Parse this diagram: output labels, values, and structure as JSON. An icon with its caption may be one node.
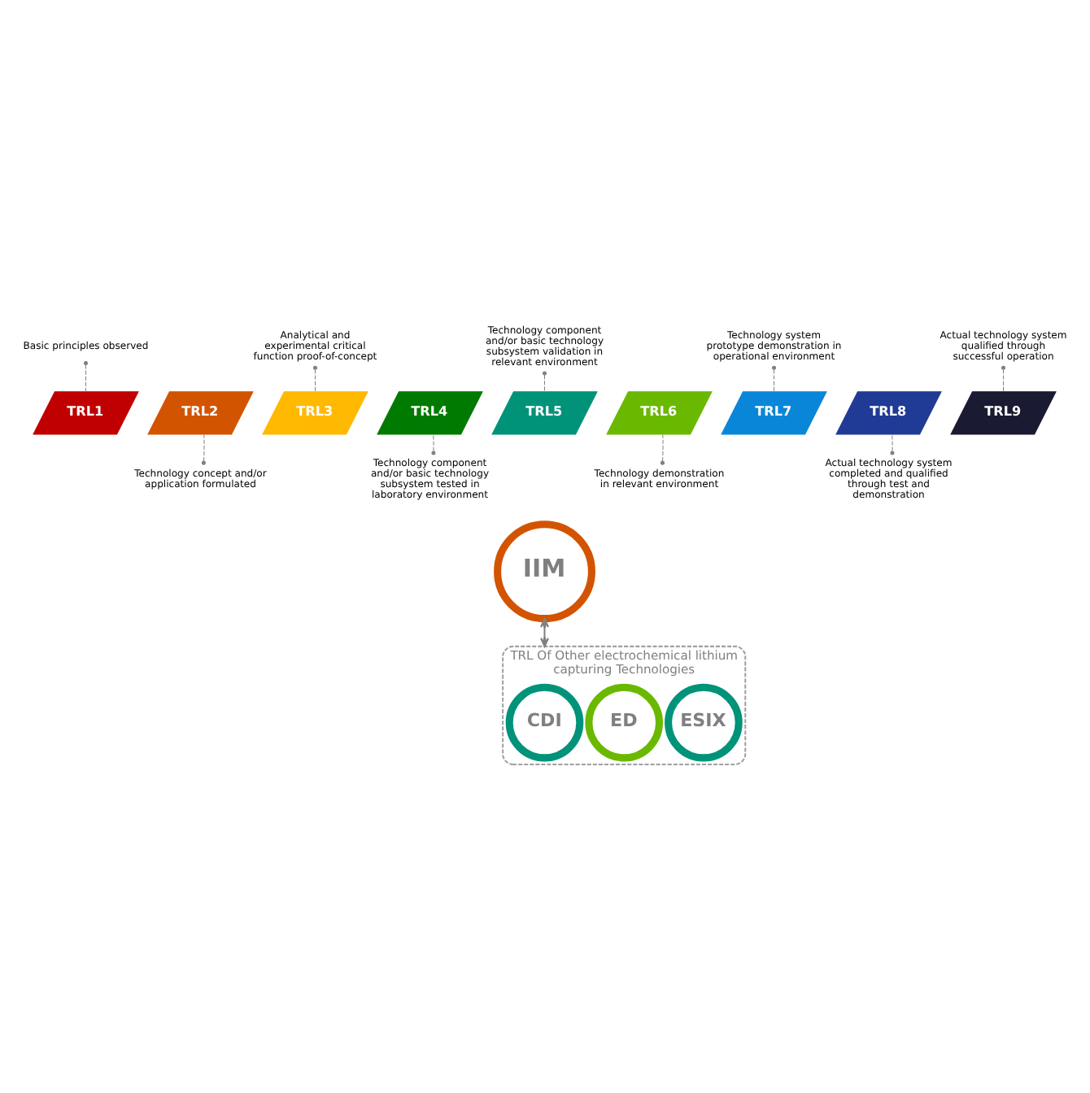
{
  "diagram": {
    "nodes": [
      {
        "text": [
          "Basic principles observed"
        ]
      },
      {
        "text": [
          "Analytical and experimental critical function proof-of-concept"
        ]
      },
      {
        "text": [
          "Technology component and/or basic technology subsystem validation in relevant environment"
        ]
      },
      {
        "text": [
          "Technology system prototype demonstration in operational environment"
        ]
      },
      {
        "text": [
          "Actual technology system qualified through successful operation"
        ]
      },
      {
        "text": [
          "TRL1"
        ]
      },
      {
        "text": [
          "TRL2"
        ]
      },
      {
        "text": [
          "TRL3"
        ]
      },
      {
        "text": [
          "TRL4"
        ]
      },
      {
        "text": [
          "TRL5"
        ]
      },
      {
        "text": [
          "TRL6"
        ]
      },
      {
        "text": [
          "TRL7"
        ]
      },
      {
        "text": [
          "TRL8"
        ]
      },
      {
        "text": [
          "TRL9"
        ]
      },
      {
        "text": [
          "Technology concept and/or application formulated"
        ]
      },
      {
        "text": [
          "Technology component and/or basic technology subsystem tested in laboratory environment"
        ]
      },
      {
        "text": [
          "Technology demonstration in relevant environment"
        ]
      },
      {
        "text": [
          "Actual technology system completed and qualified through test and demonstration"
        ]
      },
      {
        "text": [
          "IIM"
        ]
      },
      {
        "text": [
          "TRL Of Other electrochemical lithium capturing Technologies"
        ]
      },
      {
        "text": [
          "CDI"
        ],
        "in": 19
      },
      {
        "text": [
          "ED"
        ],
        "in": 19
      },
      {
        "text": [
          "ESIX"
        ],
        "in": 19
      }
    ],
    "edges": [
      {
        "from": 0,
        "to": 5,
        "arrow": "other",
        "style": "dashed"
      },
      {
        "from": 1,
        "to": 7,
        "arrow": "other",
        "style": "dashed"
      },
      {
        "from": 2,
        "to": 9,
        "arrow": "other",
        "style": "dashed"
      },
      {
        "from": 3,
        "to": 11,
        "arrow": "other",
        "style": "dashed"
      },
      {
        "from": 4,
        "to": 13,
        "arrow": "other",
        "style": "dashed"
      },
      {
        "from": 14,
        "to": 6,
        "arrow": "other",
        "style": "dashed"
      },
      {
        "from": 15,
        "to": 8,
        "arrow": "other",
        "style": "dashed"
      },
      {
        "from": 16,
        "to": 10,
        "arrow": "other",
        "style": "dashed"
      },
      {
        "from": 17,
        "to": 12,
        "arrow": "other",
        "style": "dashed"
      },
      {
        "from": 18,
        "to": 19,
        "arrow": "both"
      }
    ]
  }
}
